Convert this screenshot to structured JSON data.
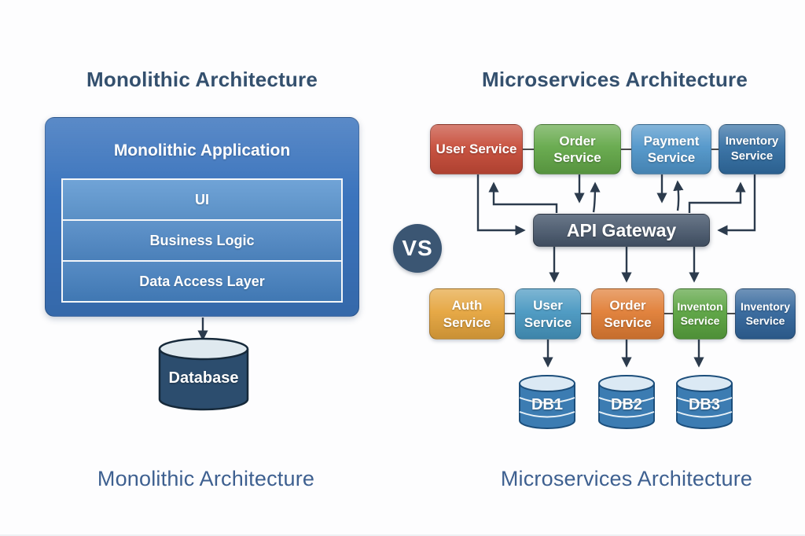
{
  "colors": {
    "title": "#34506e",
    "caption": "#3e6090",
    "arrow": "#2c3b4d",
    "connector": "#4d4d4d",
    "mono_box": "#3b74bd",
    "layer_ui": "#6099d2",
    "layer_business": "#4f88c5",
    "layer_data": "#447fbe",
    "gateway": "#48596f",
    "vs_circle": "#3b5673",
    "db_left_body": "#2c4d6e",
    "db_left_stroke": "#16293a",
    "db_left_top": "#dfe9ef",
    "db_body": "#3c7cb2",
    "db_stroke": "#1c4e7b",
    "db_top": "#dbe9f4"
  },
  "left": {
    "title": "Monolithic Architecture",
    "app_title": "Monolithic Application",
    "layers": [
      "UI",
      "Business Logic",
      "Data Access Layer"
    ],
    "database": "Database",
    "caption": "Monolithic Architecture"
  },
  "vs": "VS",
  "right": {
    "title": "Microservices Architecture",
    "top_services": [
      {
        "label": "User Service",
        "color": "#c64a37"
      },
      {
        "label": "Order Service",
        "color": "#62a747"
      },
      {
        "label": "Payment Service",
        "color": "#4e94c9"
      },
      {
        "label": "Inventory Service",
        "color": "#316da2"
      }
    ],
    "gateway": "API Gateway",
    "bottom_services": [
      {
        "label": "Auth Service",
        "color": "#e5a43c"
      },
      {
        "label": "User Service",
        "color": "#4696c0"
      },
      {
        "label": "Order Service",
        "color": "#e07c33"
      },
      {
        "label": "Inventon Service",
        "color": "#58a23e"
      },
      {
        "label": "Inventory Service",
        "color": "#30649a"
      }
    ],
    "databases": [
      "DB1",
      "DB2",
      "DB3"
    ],
    "caption": "Microservices Architecture"
  }
}
